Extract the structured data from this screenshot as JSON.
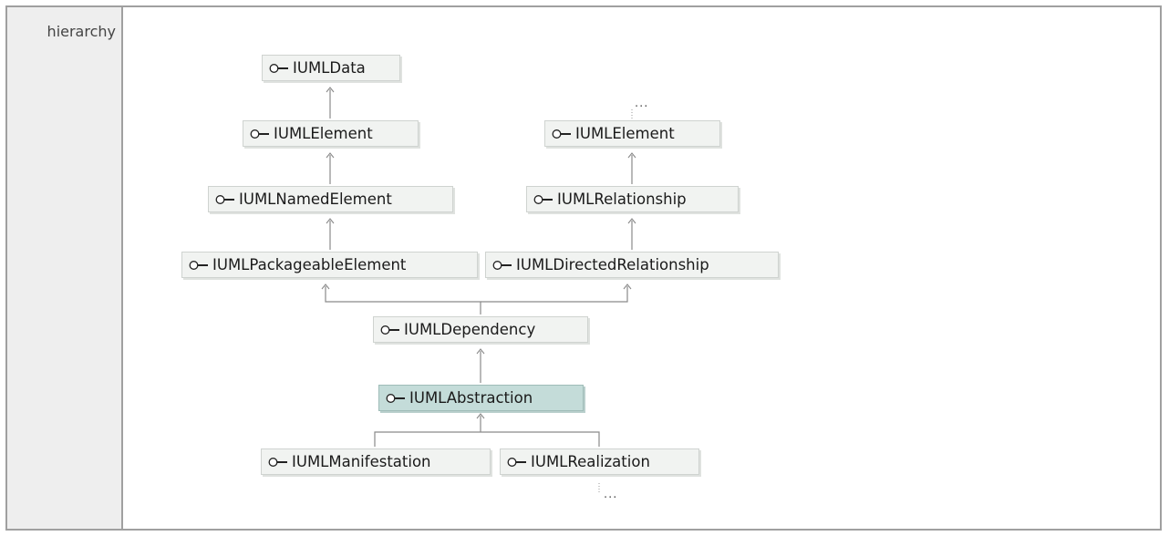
{
  "section": {
    "label": "hierarchy"
  },
  "diagram": {
    "selected": "IUMLAbstraction",
    "nodes": {
      "n1": "IUMLData",
      "n2": "IUMLElement",
      "n3": "IUMLNamedElement",
      "n4": "IUMLPackageableElement",
      "n5": "IUMLElement",
      "n6": "IUMLRelationship",
      "n7": "IUMLDirectedRelationship",
      "n8": "IUMLDependency",
      "n9": "IUMLAbstraction",
      "n10": "IUMLManifestation",
      "n11": "IUMLRealization"
    },
    "more_top": "...",
    "more_bottom": "..."
  },
  "colors": {
    "highlight": "#c4dcd9",
    "node": "#f1f3f1",
    "link": "#8a8a8a"
  },
  "icons": {
    "interface": "interface-lollipop-icon"
  }
}
